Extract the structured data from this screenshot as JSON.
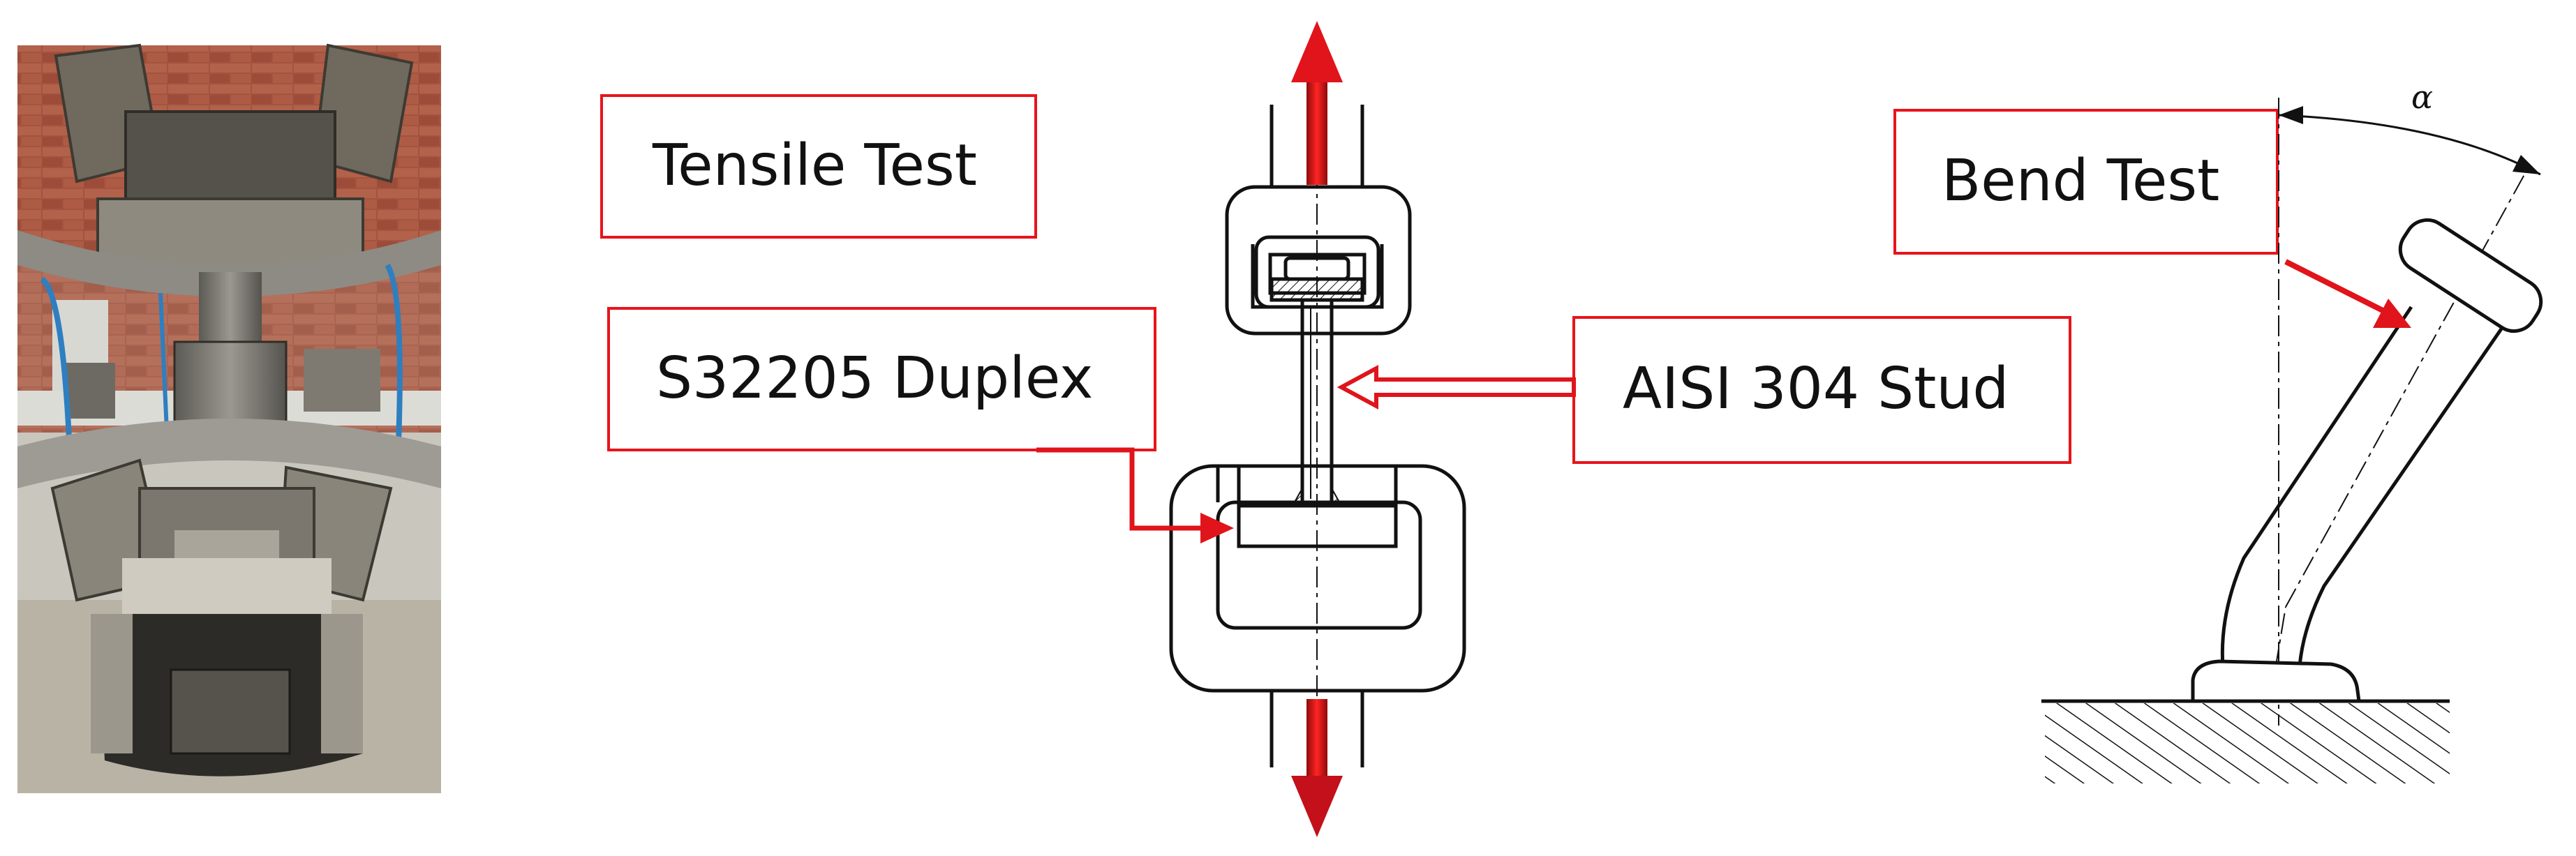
{
  "labels": {
    "tensile_test": "Tensile Test",
    "duplex": "S32205 Duplex",
    "stud": "AISI 304 Stud",
    "bend_test": "Bend Test",
    "angle": "α"
  },
  "colors": {
    "label_border": "#e8141c",
    "arrow_red": "#e0141a",
    "arrow_dark_red": "#a80c0c",
    "line": "#111111"
  },
  "photo": {
    "description_icon": "tensile-machine-photo"
  }
}
